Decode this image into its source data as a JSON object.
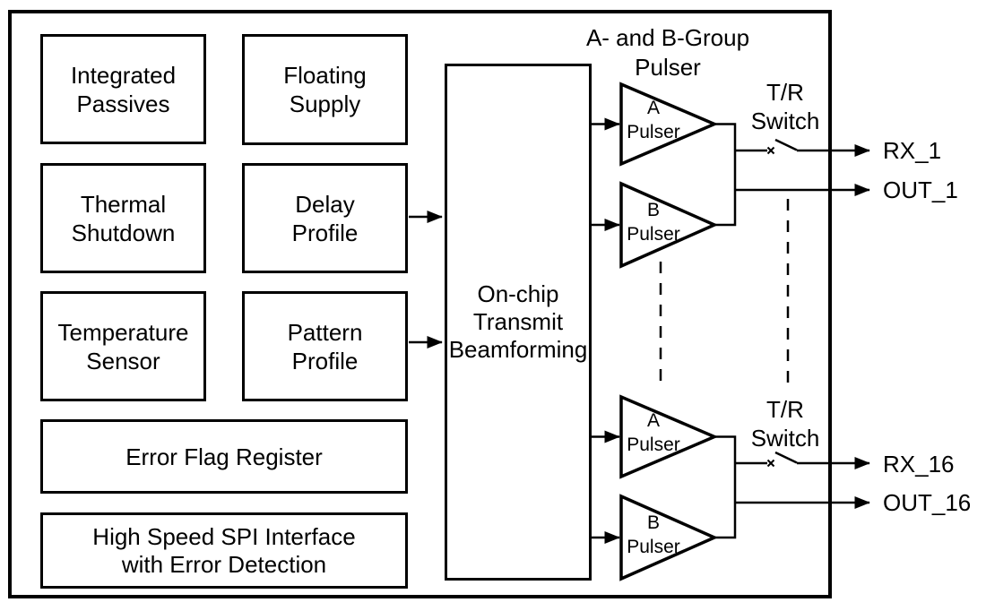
{
  "diagram": {
    "blocks": {
      "integrated_passives": "Integrated\nPassives",
      "floating_supply": "Floating\nSupply",
      "thermal_shutdown": "Thermal\nShutdown",
      "delay_profile": "Delay\nProfile",
      "temperature_sensor": "Temperature\nSensor",
      "pattern_profile": "Pattern\nProfile",
      "error_flag_register": "Error Flag Register",
      "spi_interface": "High Speed SPI Interface\nwith Error Detection",
      "beamforming": "On-chip\nTransmit\nBeamforming"
    },
    "labels": {
      "group_pulser_title": "A- and B-Group\nPulser",
      "tr_switch": "T/R\nSwitch",
      "a_pulser": "A\nPulser",
      "b_pulser": "B\nPulser"
    },
    "outputs": {
      "rx_1": "RX_1",
      "out_1": "OUT_1",
      "rx_16": "RX_16",
      "out_16": "OUT_16"
    },
    "colors": {
      "line": "#000000",
      "background": "#ffffff"
    }
  }
}
